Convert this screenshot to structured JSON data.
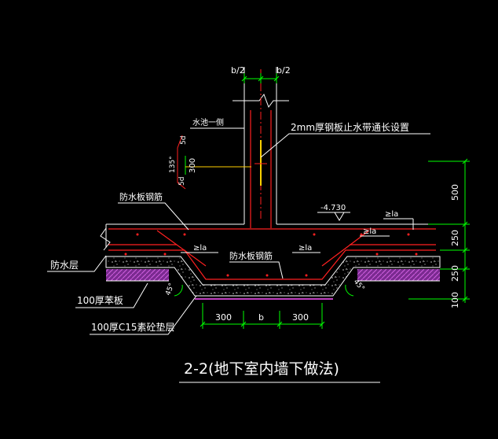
{
  "drawing": {
    "title": "2-2(地下室内墙下做法)",
    "dim_top_left": "b/2",
    "dim_top_right": "b/2",
    "label_pool_side": "水池一侧",
    "label_steel_plate": "2mm厚钢板止水带通长设置",
    "label_135": "135°",
    "label_5d_top": "5d",
    "label_5d_bottom": "5d",
    "label_300_vert": "300",
    "label_waterproof_rebar_1": "防水板钢筋",
    "label_waterproof_rebar_2": "防水板钢筋",
    "label_elev": "-4.730",
    "label_la_1": "≥la",
    "label_la_2": "≥la",
    "label_la_3": "≥la",
    "label_la_4": "≥la",
    "label_waterproof_layer": "防水层",
    "label_brick": "100厚苯板",
    "label_cushion": "100厚C15素砼垫层",
    "label_45_left": "45°",
    "label_45_right": "45°",
    "dim_bottom": [
      "300",
      "b",
      "300"
    ],
    "dim_right": [
      "500",
      "250",
      "250",
      "100"
    ]
  },
  "colors": {
    "background": "#000000",
    "concrete_outline": "#ffffff",
    "rebar": "#ff2020",
    "dimension": "#00ff00",
    "insulation": "#a040c0",
    "leader": "#ffffff",
    "water_stop": "#ffd000",
    "centerline": "#ff2020"
  }
}
